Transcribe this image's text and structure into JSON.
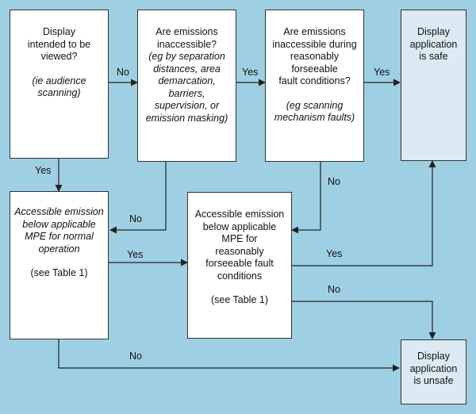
{
  "boxes": {
    "display_viewed": {
      "lines": [
        "Display",
        "intended to be",
        "viewed?"
      ],
      "note_lines": [
        "(ie audience",
        "scanning)"
      ]
    },
    "emissions_inaccessible": {
      "lines": [
        "Are emissions",
        "inaccessible?"
      ],
      "note_lines": [
        "(eg by separation",
        "distances, area",
        "demarcation,",
        "barriers,",
        "supervision, or",
        "emission masking)"
      ]
    },
    "emissions_inaccessible_fault": {
      "lines": [
        "Are emissions",
        "inaccessible during",
        "reasonably",
        "forseeable",
        "fault conditions?"
      ],
      "note_lines": [
        "(eg scanning",
        "mechanism faults)"
      ]
    },
    "safe": {
      "lines": [
        "Display",
        "application",
        "is safe"
      ]
    },
    "below_mpe_normal": {
      "italic_lines": [
        "Accessible emission",
        "below applicable",
        "MPE for normal",
        "operation"
      ],
      "note_lines": [
        "(see Table 1)"
      ]
    },
    "below_mpe_fault": {
      "lines": [
        "Accessible emission",
        "below applicable",
        "MPE for",
        "reasonably",
        "forseeable fault",
        "conditions"
      ],
      "note_lines": [
        "(see Table 1)"
      ]
    },
    "unsafe": {
      "lines": [
        "Display",
        "application",
        "is unsafe"
      ]
    }
  },
  "labels": {
    "no_1": "No",
    "yes_1": "Yes",
    "yes_2": "Yes",
    "yes_down": "Yes",
    "no_2": "No",
    "no_3": "No",
    "yes_3": "Yes",
    "yes_4": "Yes",
    "no_4": "No",
    "no_5": "No"
  }
}
